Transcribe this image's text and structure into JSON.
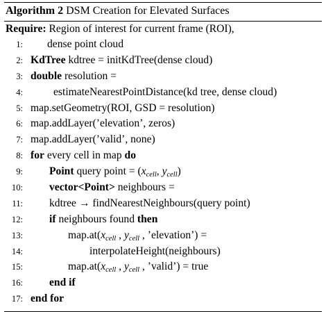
{
  "caption": {
    "label": "Algorithm 2",
    "title": "DSM Creation for Elevated Surfaces"
  },
  "require": {
    "keyword": "Require:",
    "text": "Region of interest for current frame (ROI),"
  },
  "lines": [
    {
      "num": "1:",
      "kw": "",
      "text": "dense point cloud"
    },
    {
      "num": "2:",
      "kw": "KdTree",
      "text": "kdtree = initKdTree(dense cloud)"
    },
    {
      "num": "3:",
      "kw": "double",
      "text": "resolution ="
    },
    {
      "num": "4:",
      "kw": "",
      "text": "estimateNearestPointDistance(kd tree, dense cloud)"
    },
    {
      "num": "5:",
      "kw": "",
      "text": "map.setGeometry(ROI, GSD = resolution)"
    },
    {
      "num": "6:",
      "kw": "",
      "text": "map.addLayer(’elevation’, zeros)"
    },
    {
      "num": "7:",
      "kw": "",
      "text": "map.addLayer(’valid’, none)"
    },
    {
      "num": "8:",
      "kw": "for",
      "text": "every cell in map",
      "kw2": "do"
    },
    {
      "num": "9:",
      "kw": "Point",
      "text": "query point =",
      "x": "x",
      "xsub": "cell",
      "y": "y",
      "ysub": "cell"
    },
    {
      "num": "10:",
      "kw": "vector<Point>",
      "text": "neighbours ="
    },
    {
      "num": "11:",
      "kw": "",
      "text": "kdtree → findNearestNeighbours(query point)"
    },
    {
      "num": "12:",
      "kw": "if",
      "text": "neighbours found",
      "kw2": "then"
    },
    {
      "num": "13:",
      "kw": "",
      "pre": "map.at(",
      "x": "x",
      "xsub": "cell",
      "y": "y",
      "ysub": "cell",
      "post": ", ’elevation’) ="
    },
    {
      "num": "14:",
      "kw": "",
      "text": "interpolateHeight(neighbours)"
    },
    {
      "num": "15:",
      "kw": "",
      "pre": "map.at(",
      "x": "x",
      "xsub": "cell",
      "y": "y",
      "ysub": "cell",
      "post": ", ’valid’) = true"
    },
    {
      "num": "16:",
      "kw": "end if",
      "text": ""
    },
    {
      "num": "17:",
      "kw": "end for",
      "text": ""
    }
  ]
}
